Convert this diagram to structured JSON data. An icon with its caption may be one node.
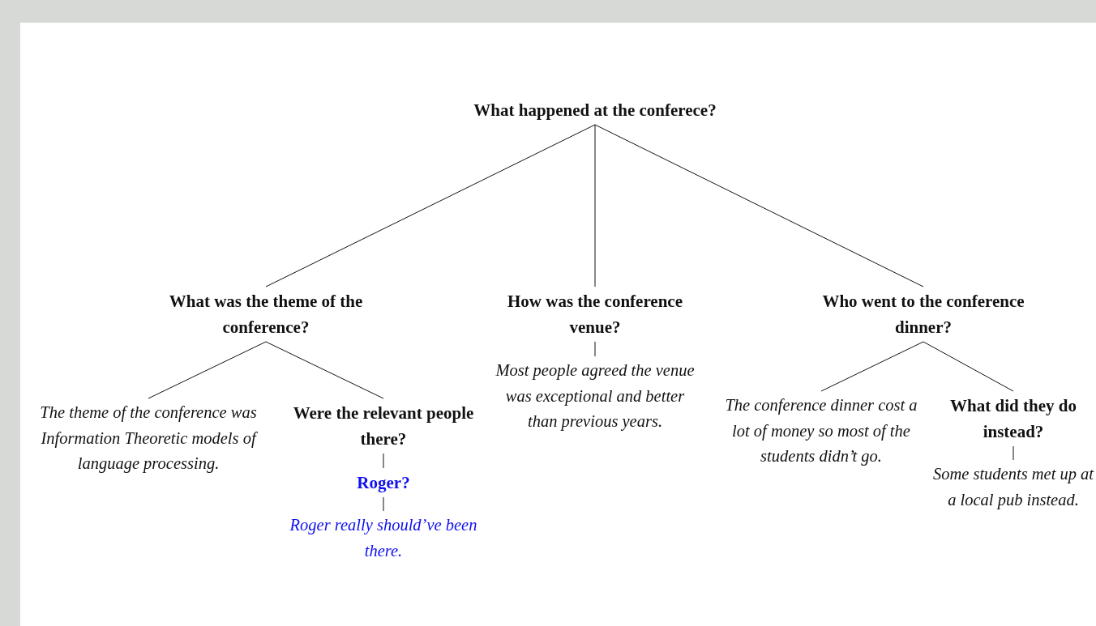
{
  "diagram": {
    "nodes": [
      {
        "text": [
          "What happened at the conferece?"
        ]
      },
      {
        "text": [
          "What was the theme of the conference?"
        ]
      },
      {
        "text": [
          "How was the conference venue?"
        ]
      },
      {
        "text": [
          "Who went to the conference dinner?"
        ]
      },
      {
        "text": [
          "The theme of the conference was Information Theoretic models of language processing."
        ]
      },
      {
        "text": [
          "Were the relevant people there?"
        ]
      },
      {
        "text": [
          "Roger?"
        ]
      },
      {
        "text": [
          "Roger really should’ve been there."
        ]
      },
      {
        "text": [
          "Most people agreed the venue was exceptional and better than previous years."
        ]
      },
      {
        "text": [
          "The conference dinner cost a lot of money so most of the students didn’t go."
        ]
      },
      {
        "text": [
          "What did they do instead?"
        ]
      },
      {
        "text": [
          "Some students met up at a local pub instead."
        ]
      }
    ],
    "edges": [
      {
        "from": 0,
        "to": 1,
        "arrow": "none"
      },
      {
        "from": 0,
        "to": 2,
        "arrow": "none"
      },
      {
        "from": 0,
        "to": 3,
        "arrow": "none"
      },
      {
        "from": 1,
        "to": 4,
        "arrow": "none"
      },
      {
        "from": 1,
        "to": 5,
        "arrow": "none"
      },
      {
        "from": 5,
        "to": 6,
        "arrow": "none"
      },
      {
        "from": 6,
        "to": 7,
        "arrow": "none"
      },
      {
        "from": 2,
        "to": 8,
        "arrow": "none"
      },
      {
        "from": 3,
        "to": 9,
        "arrow": "none"
      },
      {
        "from": 3,
        "to": 10,
        "arrow": "none"
      },
      {
        "from": 10,
        "to": 11,
        "arrow": "none"
      }
    ]
  }
}
